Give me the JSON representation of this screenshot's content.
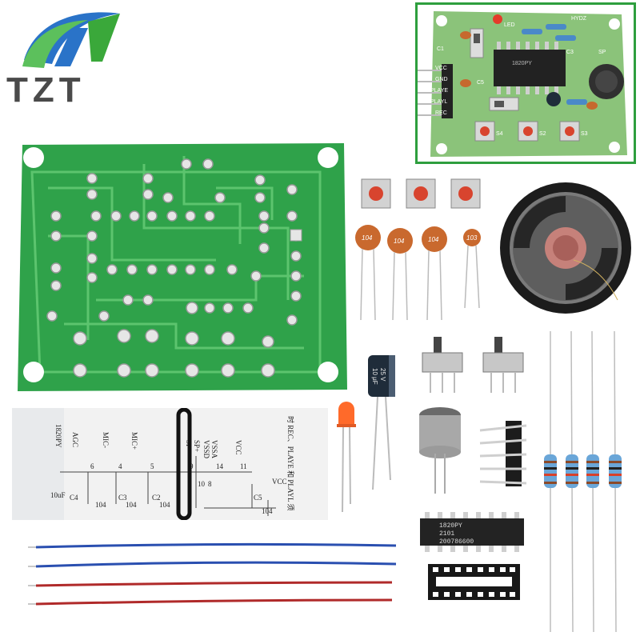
{
  "brand": {
    "name": "TZT",
    "colors": {
      "blue": "#2a73c8",
      "green": "#3aa83a",
      "text": "#4a4a4a"
    }
  },
  "assembled_board": {
    "labels": {
      "led": "LED",
      "brand": "HYDZ",
      "mic": "SP",
      "s4": "S4",
      "s2": "S2",
      "s3": "S3",
      "vcc": "VCC",
      "gnd": "GND",
      "playe": "PLAYE",
      "playl": "PLAYL",
      "rec": "REC",
      "c1": "C1",
      "c3": "C3",
      "c5": "C5",
      "chip": "1820PY"
    },
    "border_color": "#2e9e3e"
  },
  "components": {
    "electrolytic_cap": {
      "value": "10 μF",
      "voltage": "25 V"
    },
    "ceramic_caps": [
      "104",
      "104",
      "104",
      "103"
    ],
    "ic": {
      "line1": "1820PY",
      "line2": "2101",
      "line3": "200786600"
    }
  },
  "instructions_sheet": {
    "pins": [
      "AGC",
      "MIC-",
      "MIC+",
      "VSSD",
      "VSSA",
      "VCC",
      "SP-",
      "SP+"
    ],
    "pin_numbers": [
      "6",
      "4",
      "5",
      "14",
      "8",
      "11",
      "9",
      "10"
    ],
    "caps": [
      "C4",
      "C3",
      "C2",
      "C5"
    ],
    "cap_values": [
      "104",
      "104",
      "104",
      "104"
    ],
    "chinese_text": "时 REC、PLAYE 和 PLAYL 须",
    "chip_ref": "1820PY",
    "vcc": "VCC",
    "c4_value": "10uF"
  },
  "wires": {
    "blue": "#2a4fb0",
    "red": "#b02a2a"
  }
}
